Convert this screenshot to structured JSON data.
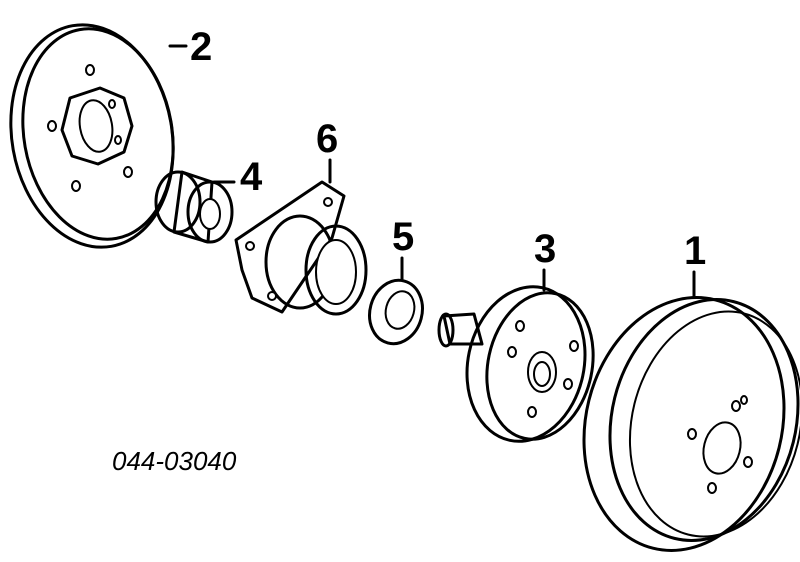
{
  "diagram": {
    "part_number": "044-03040",
    "callouts": [
      {
        "id": "drum",
        "label": "1"
      },
      {
        "id": "backing-plate",
        "label": "2"
      },
      {
        "id": "hub-flange",
        "label": "3"
      },
      {
        "id": "bearing",
        "label": "4"
      },
      {
        "id": "seal",
        "label": "5"
      },
      {
        "id": "carrier",
        "label": "6"
      }
    ]
  }
}
